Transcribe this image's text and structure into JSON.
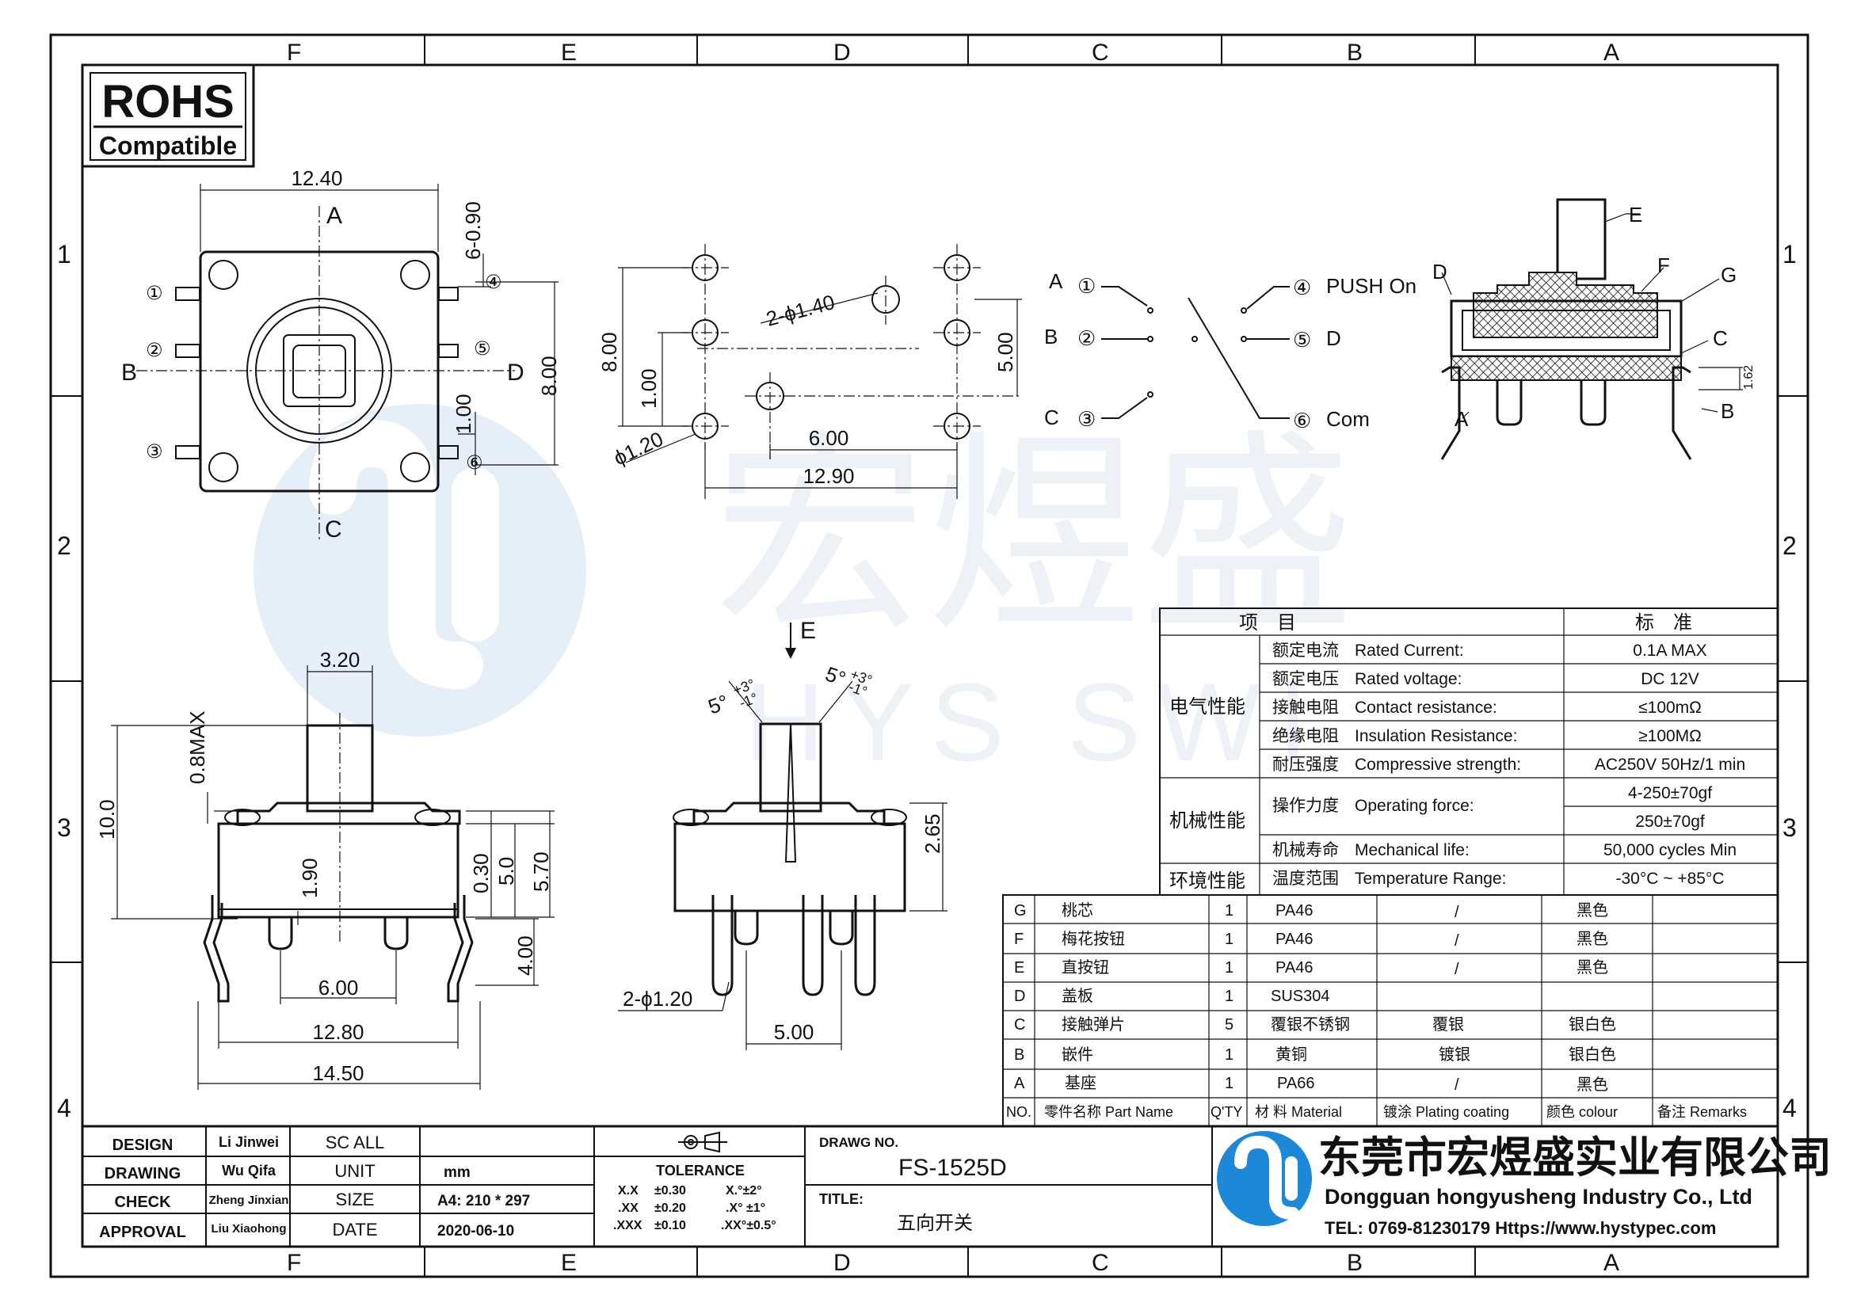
{
  "watermark": {
    "cn": "宏煜盛",
    "en": "HYS SWI"
  },
  "border": {
    "cols_top": [
      "F",
      "E",
      "D",
      "C",
      "B",
      "A"
    ],
    "cols_bottom": [
      "F",
      "E",
      "D",
      "C",
      "B",
      "A"
    ],
    "rows": [
      "1",
      "2",
      "3",
      "4"
    ]
  },
  "rohs": {
    "title": "ROHS",
    "sub": "Compatible"
  },
  "top_view": {
    "width": "12.40",
    "pin_dim": "6-0.90",
    "height": "8.00",
    "pitch": "1.00",
    "label_a": "A",
    "label_b": "B",
    "label_c": "C",
    "label_d": "D",
    "pins_left": [
      "①",
      "②",
      "③"
    ],
    "pins_right": [
      "④",
      "⑤",
      "⑥"
    ]
  },
  "pcb": {
    "holes": "2-ϕ1.40",
    "pads": "ϕ1.20",
    "h1": "8.00",
    "h2": "1.00",
    "h3": "5.00",
    "w1": "6.00",
    "w2": "12.90"
  },
  "schematic": {
    "rows": [
      {
        "side": "A",
        "pin": "①",
        "out": "④",
        "name": "PUSH On"
      },
      {
        "side": "B",
        "pin": "②",
        "out": "⑤",
        "name": "D"
      },
      {
        "side": "C",
        "pin": "③",
        "out": "⑥",
        "name": "Com"
      }
    ]
  },
  "section": {
    "labels": [
      "D",
      "E",
      "F",
      "G",
      "C",
      "A",
      "B"
    ],
    "dim": "1.62"
  },
  "side_view": {
    "w_act": "3.20",
    "max": "0.8MAX",
    "h_total": "10.0",
    "d1": "1.90",
    "d2": "0.30",
    "d3": "5.0",
    "d4": "5.70",
    "d5": "4.00",
    "w1": "6.00",
    "w2": "12.80",
    "w3": "14.50"
  },
  "front_view": {
    "e": "E",
    "ang_l": "5°",
    "tol_l1": "+3°",
    "tol_l2": "-1°",
    "ang_r": "5°",
    "tol_r1": "+3°",
    "tol_r2": "-1°",
    "h": "2.65",
    "holes": "2-ϕ1.20",
    "w": "5.00"
  },
  "spec": {
    "head_item": "项　目",
    "head_std": "标　准",
    "groups": [
      {
        "name": "电气性能",
        "rows": [
          {
            "cn": "额定电流",
            "en": "Rated Current:",
            "val": "0.1A MAX"
          },
          {
            "cn": "额定电压",
            "en": "Rated voltage:",
            "val": "DC 12V"
          },
          {
            "cn": "接触电阻",
            "en": "Contact resistance:",
            "val": "≤100mΩ"
          },
          {
            "cn": "绝缘电阻",
            "en": "Insulation Resistance:",
            "val": "≥100MΩ"
          },
          {
            "cn": "耐压强度",
            "en": "Compressive strength:",
            "val": "AC250V  50Hz/1 min"
          }
        ]
      },
      {
        "name": "机械性能",
        "rows": [
          {
            "cn": "操作力度",
            "en": "Operating force:",
            "val": "4-250±70gf",
            "val2": "250±70gf"
          },
          {
            "cn": "机械寿命",
            "en": "Mechanical life:",
            "val": "50,000 cycles Min"
          }
        ]
      },
      {
        "name": "环境性能",
        "rows": [
          {
            "cn": "温度范围",
            "en": "Temperature Range:",
            "val": "-30°C ~ +85°C"
          }
        ]
      }
    ]
  },
  "bom": {
    "rows": [
      {
        "no": "G",
        "name": "桃芯",
        "qty": "1",
        "mat": "PA46",
        "plate": "/",
        "colour": "黑色"
      },
      {
        "no": "F",
        "name": "梅花按钮",
        "qty": "1",
        "mat": "PA46",
        "plate": "/",
        "colour": "黑色"
      },
      {
        "no": "E",
        "name": "直按钮",
        "qty": "1",
        "mat": "PA46",
        "plate": "/",
        "colour": "黑色"
      },
      {
        "no": "D",
        "name": "盖板",
        "qty": "1",
        "mat": "SUS304",
        "plate": "",
        "colour": ""
      },
      {
        "no": "C",
        "name": "接触弹片",
        "qty": "5",
        "mat": "覆银不锈钢",
        "plate": "覆银",
        "colour": "银白色"
      },
      {
        "no": "B",
        "name": "嵌件",
        "qty": "1",
        "mat": "黄铜",
        "plate": "镀银",
        "colour": "银白色"
      },
      {
        "no": "A",
        "name": "基座",
        "qty": "1",
        "mat": "PA66",
        "plate": "/",
        "colour": "黑色"
      }
    ],
    "header": {
      "no": "NO.",
      "name": "零件名称  Part Name",
      "qty": "Q'TY",
      "mat": "材 料  Material",
      "plate": "镀涂  Plating coating",
      "colour": "颜色   colour",
      "remarks": "备注  Remarks"
    }
  },
  "title_block": {
    "design_l": "DESIGN",
    "design_v": "Li Jinwei",
    "drawing_l": "DRAWING",
    "drawing_v": "Wu Qifa",
    "check_l": "CHECK",
    "check_v": "Zheng Jinxian",
    "approval_l": "APPROVAL",
    "approval_v": "Liu Xiaohong",
    "scale_l": "SC ALL",
    "unit_l": "UNIT",
    "unit_v": "mm",
    "size_l": "SIZE",
    "size_v": "A4: 210 * 297",
    "date_l": "DATE",
    "date_v": "2020-06-10",
    "tol_title": "TOLERANCE",
    "tol": [
      [
        "X.X",
        "±0.30",
        "X.°±2°"
      ],
      [
        ".XX",
        "±0.20",
        ".X° ±1°"
      ],
      [
        ".XXX",
        "±0.10",
        ".XX°±0.5°"
      ]
    ],
    "drawg_no_l": "DRAWG NO.",
    "drawg_no": "FS-1525D",
    "title_l": "TITLE:",
    "title_v": "五向开关",
    "company_cn": "东莞市宏煜盛实业有限公司",
    "company_en": "Dongguan hongyusheng Industry Co., Ltd",
    "contact": "TEL: 0769-81230179   Https://www.hystypec.com",
    "brand_color": "#1e88d8"
  }
}
